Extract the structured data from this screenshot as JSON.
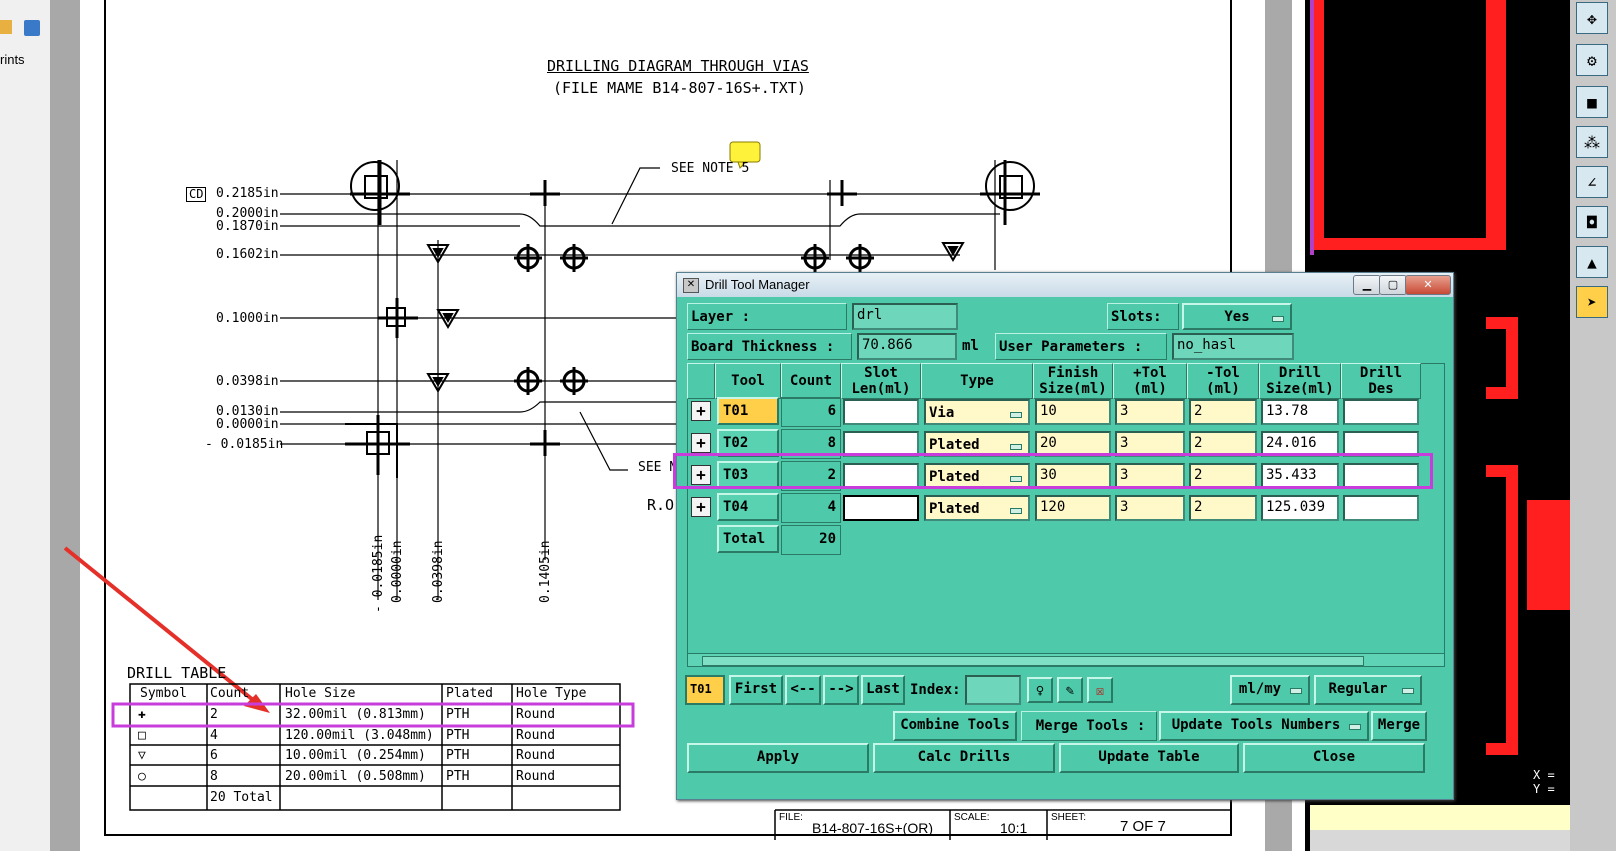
{
  "left_app": {
    "partial_label": "rints"
  },
  "diagram": {
    "title": "DRILLING DIAGRAM THROUGH VIAS",
    "subtitle": "(FILE MAME B14-807-16S+.TXT)",
    "cd_label": "CD",
    "y_dims": [
      "0.2185in",
      "0.2000in",
      "0.1870in",
      "0.1602in",
      "0.1000in",
      "0.0398in",
      "0.0130in",
      "0.0000in",
      "- 0.0185in"
    ],
    "x_dims": [
      "- 0.0185in",
      "0.0000in",
      "0.0398in",
      "0.1405in"
    ],
    "note1": "SEE NOTE 5",
    "note2": "SEE N",
    "ro_text": "R.O"
  },
  "drill_table": {
    "title": "DRILL TABLE",
    "headers": [
      "Symbol",
      "Count",
      "Hole Size",
      "Plated",
      "Hole Type"
    ],
    "rows": [
      {
        "symbol": "✚",
        "count": "2",
        "size": "32.00mil (0.813mm)",
        "plated": "PTH",
        "type": "Round"
      },
      {
        "symbol": "□",
        "count": "4",
        "size": "120.00mil (3.048mm)",
        "plated": "PTH",
        "type": "Round"
      },
      {
        "symbol": "▽",
        "count": "6",
        "size": "10.00mil (0.254mm)",
        "plated": "PTH",
        "type": "Round"
      },
      {
        "symbol": "○",
        "count": "8",
        "size": "20.00mil (0.508mm)",
        "plated": "PTH",
        "type": "Round"
      }
    ],
    "total": "20 Total"
  },
  "title_block": {
    "file_label": "FILE:",
    "file_value": "B14-807-16S+(OR)",
    "scale_label": "SCALE:",
    "scale_value": "10:1",
    "sheet_label": "SHEET:",
    "sheet_value": "7 OF 7"
  },
  "dialog": {
    "title": "Drill Tool Manager",
    "layer_label": "Layer :",
    "layer_value": "drl",
    "slots_label": "Slots:",
    "slots_value": "Yes",
    "board_thickness_label": "Board Thickness :",
    "board_thickness_value": "70.866",
    "board_thickness_unit": "ml",
    "user_params_label": "User Parameters :",
    "user_params_value": "no_hasl",
    "columns": [
      "Tool",
      "Count",
      "Slot\nLen(ml)",
      "Type",
      "Finish\nSize(ml)",
      "+Tol\n(ml)",
      "-Tol\n(ml)",
      "Drill\nSize(ml)",
      "Drill\nDes"
    ],
    "tools": [
      {
        "tool": "T01",
        "count": "6",
        "slot": "",
        "type": "Via",
        "finish": "10",
        "ptol": "3",
        "mtol": "2",
        "drill": "13.78",
        "des": ""
      },
      {
        "tool": "T02",
        "count": "8",
        "slot": "",
        "type": "Plated",
        "finish": "20",
        "ptol": "3",
        "mtol": "2",
        "drill": "24.016",
        "des": ""
      },
      {
        "tool": "T03",
        "count": "2",
        "slot": "",
        "type": "Plated",
        "finish": "30",
        "ptol": "3",
        "mtol": "2",
        "drill": "35.433",
        "des": ""
      },
      {
        "tool": "T04",
        "count": "4",
        "slot": "",
        "type": "Plated",
        "finish": "120",
        "ptol": "3",
        "mtol": "2",
        "drill": "125.039",
        "des": ""
      }
    ],
    "total_label": "Total",
    "total_value": "20",
    "current_tool": "T01",
    "nav": {
      "first": "First",
      "prev": "<--",
      "next": "-->",
      "last": "Last",
      "index_label": "Index:",
      "index_value": ""
    },
    "units_value": "ml/my",
    "mode_value": "Regular",
    "combine_tools": "Combine Tools",
    "merge_tools": "Merge Tools :",
    "update_tools_numbers": "Update Tools Numbers",
    "merge": "Merge",
    "apply": "Apply",
    "calc_drills": "Calc Drills",
    "update_table": "Update Table",
    "close": "Close"
  },
  "pcb": {
    "coord_x": "X =",
    "coord_y": "Y ="
  },
  "colors": {
    "dialog_bg": "#4ec9a9",
    "highlight": "#c83cdc",
    "arrow": "#e5302a",
    "selected_tool": "#ffcf4a"
  }
}
